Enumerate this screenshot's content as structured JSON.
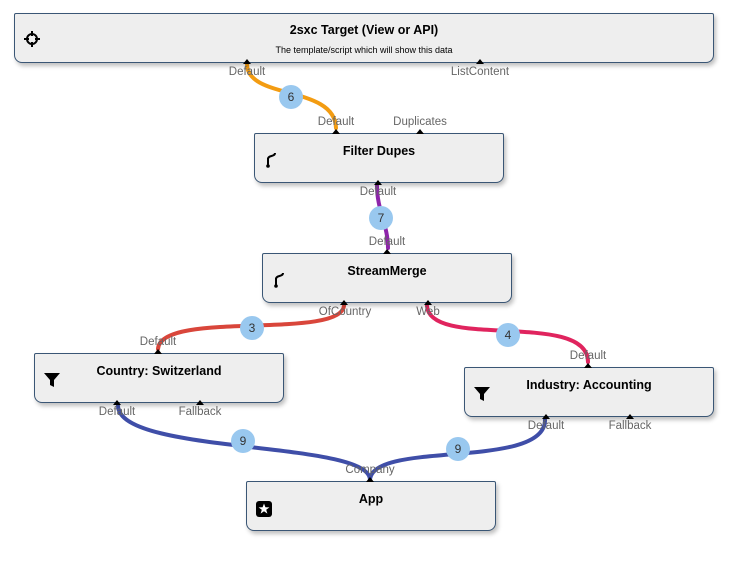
{
  "nodes": {
    "target": {
      "title": "2sxc Target (View or API)",
      "description": "The template/script which will show this data",
      "icon": "crosshair-icon",
      "ports_in": [
        "Default",
        "ListContent"
      ]
    },
    "filter_dupes": {
      "title": "Filter Dupes",
      "icon": "fork-icon",
      "ports_in": [
        "Default",
        "Duplicates"
      ],
      "ports_out": [
        "Default"
      ]
    },
    "stream_merge": {
      "title": "StreamMerge",
      "icon": "fork-icon",
      "ports_in": [
        "Default"
      ],
      "ports_out": [
        "OfCountry",
        "Web"
      ]
    },
    "country": {
      "title": "Country: Switzerland",
      "icon": "filter-icon",
      "ports_in": [
        "Default"
      ],
      "ports_out": [
        "Default",
        "Fallback"
      ]
    },
    "industry": {
      "title": "Industry: Accounting",
      "icon": "filter-icon",
      "ports_in": [
        "Default"
      ],
      "ports_out": [
        "Default",
        "Fallback"
      ]
    },
    "app": {
      "title": "App",
      "icon": "star-icon",
      "ports_out": [
        "Company"
      ]
    }
  },
  "connections": [
    {
      "from": "filter_dupes.Default",
      "to": "target.Default",
      "count": "6",
      "color": "#f39c12"
    },
    {
      "from": "stream_merge.Default",
      "to": "filter_dupes.Default",
      "count": "7",
      "color": "#8e24aa"
    },
    {
      "from": "country.Default",
      "to": "stream_merge.OfCountry",
      "count": "3",
      "color": "#d9463b"
    },
    {
      "from": "industry.Default",
      "to": "stream_merge.Web",
      "count": "4",
      "color": "#e0245e"
    },
    {
      "from": "app.Company",
      "to": "country.Default",
      "count": "9",
      "color": "#3f4ea8"
    },
    {
      "from": "app.Company",
      "to": "industry.Default",
      "count": "9",
      "color": "#3f4ea8"
    }
  ]
}
